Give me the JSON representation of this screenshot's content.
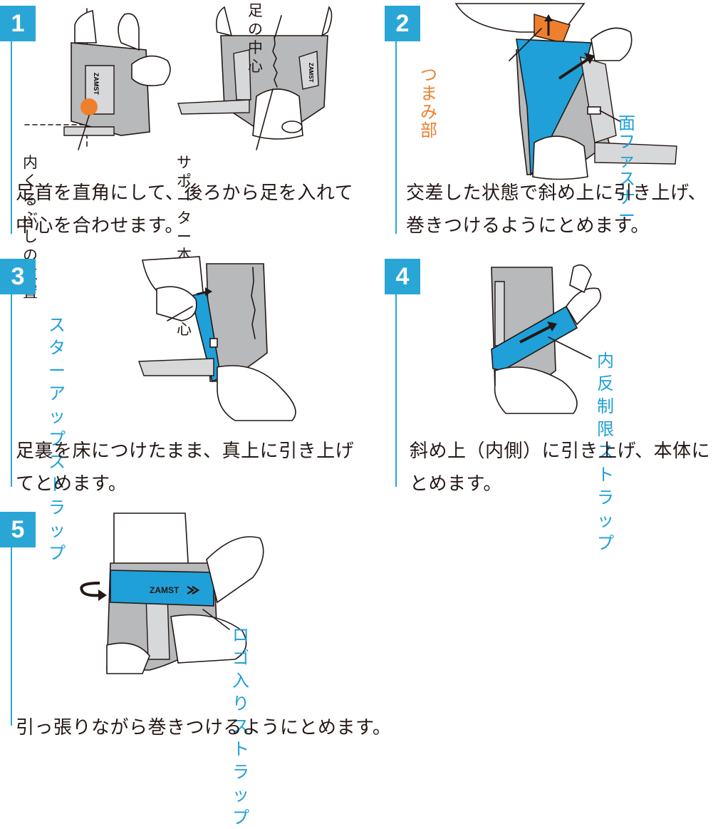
{
  "colors": {
    "badge": "#2aa6d6",
    "rule": "#2aa6d6",
    "strap_blue": "#1fa0d8",
    "tab_orange": "#ee7f2d",
    "label_blue": "#1fa0d8",
    "label_orange": "#ee7f2d",
    "support_grey": "#b7b9bb"
  },
  "steps": [
    {
      "number": "1",
      "caption": "足首を直角にして、後ろから足を入れて\n中心を合わせます。",
      "labels": {
        "center_of_foot": "足の中心",
        "ankle_position": "内くるぶしの位置",
        "supporter_center": "サポーター本体の中心"
      },
      "brand_mark": "ZAMST"
    },
    {
      "number": "2",
      "caption": "交差した状態で斜め上に引き上げ、\n巻きつけるようにとめます。",
      "labels": {
        "tab": "つまみ部",
        "fastener": "面ファスナー"
      }
    },
    {
      "number": "3",
      "caption": "足裏を床につけたまま、真上に引き上げ\nてとめます。",
      "labels": {
        "stirrup_strap": "スターアップ\nストラップ"
      }
    },
    {
      "number": "4",
      "caption": "斜め上（内側）に引き上げ、本体に\nとめます。",
      "labels": {
        "inversion_strap": "内反制限\nストラップ"
      }
    },
    {
      "number": "5",
      "caption": "引っ張りながら巻きつけるようにとめます。",
      "labels": {
        "logo_strap": "ロゴ入り\nストラップ"
      },
      "brand_mark": "ZAMST"
    }
  ]
}
